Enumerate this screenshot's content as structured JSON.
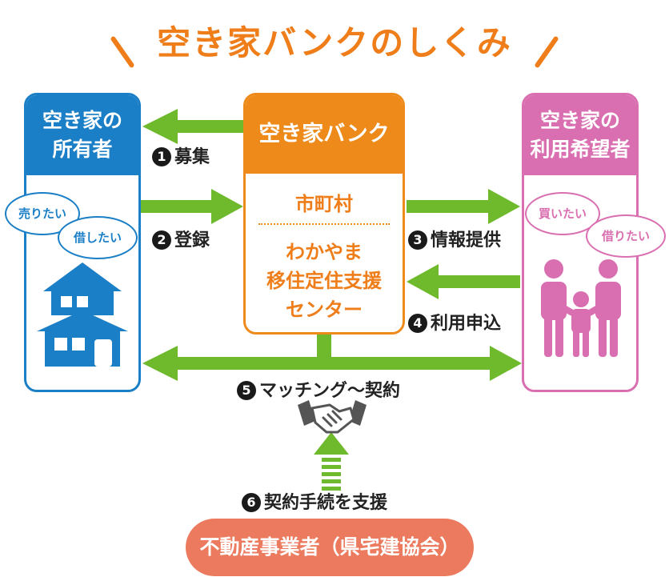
{
  "title": "空き家バンクのしくみ",
  "owner_box": {
    "line1": "空き家の",
    "line2": "所有者",
    "bubble1": "売りたい",
    "bubble2": "借したい"
  },
  "bank_box": {
    "header": "空き家バンク",
    "line1": "市町村",
    "line2": "わかやま",
    "line3": "移住定住支援",
    "line4": "センター"
  },
  "seeker_box": {
    "line1": "空き家の",
    "line2": "利用希望者",
    "bubble1": "買いたい",
    "bubble2": "借りたい"
  },
  "steps": [
    {
      "num": "1",
      "label": "募集"
    },
    {
      "num": "2",
      "label": "登録"
    },
    {
      "num": "3",
      "label": "情報提供"
    },
    {
      "num": "4",
      "label": "利用申込"
    },
    {
      "num": "5",
      "label": "マッチング～契約"
    },
    {
      "num": "6",
      "label": "契約手続を支援"
    }
  ],
  "agent_box": {
    "label": "不動産事業者（県宅建協会）"
  },
  "colors": {
    "owner": "#1a7fc6",
    "seeker": "#d96fb0",
    "bank": "#ee8a1a",
    "arrow": "#6fba2c",
    "agent": "#ec7a5e",
    "title": "#ee7d1a"
  },
  "icons": [
    "house-icon",
    "family-icon",
    "handshake-icon"
  ]
}
